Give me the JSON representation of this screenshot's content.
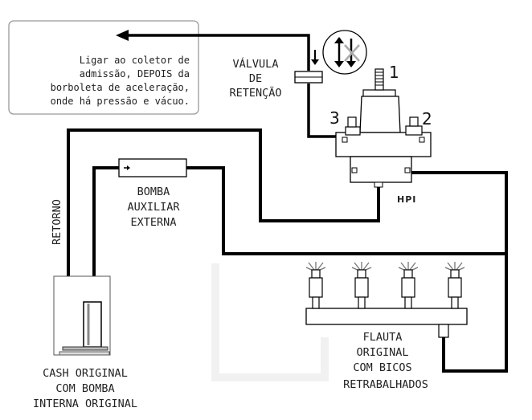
{
  "note": {
    "lines": [
      "Ligar ao coletor de",
      "admissão, DEPOIS da",
      "borboleta de aceleração,",
      "onde há pressão e vácuo."
    ]
  },
  "valve_label": [
    "VÁLVULA",
    "DE",
    "RETENÇÃO"
  ],
  "port_numbers": {
    "one": "1",
    "two": "2",
    "three": "3"
  },
  "regulator_label": "HPI",
  "return_label": "RETORNO",
  "pump_label": [
    "BOMBA",
    "AUXILIAR",
    "EXTERNA"
  ],
  "tank_label": [
    "CASH ORIGINAL",
    "COM BOMBA",
    "INTERNA ORIGINAL"
  ],
  "rail_label": [
    "FLAUTA",
    "ORIGINAL",
    "COM BICOS",
    "RETRABALHADOS"
  ]
}
